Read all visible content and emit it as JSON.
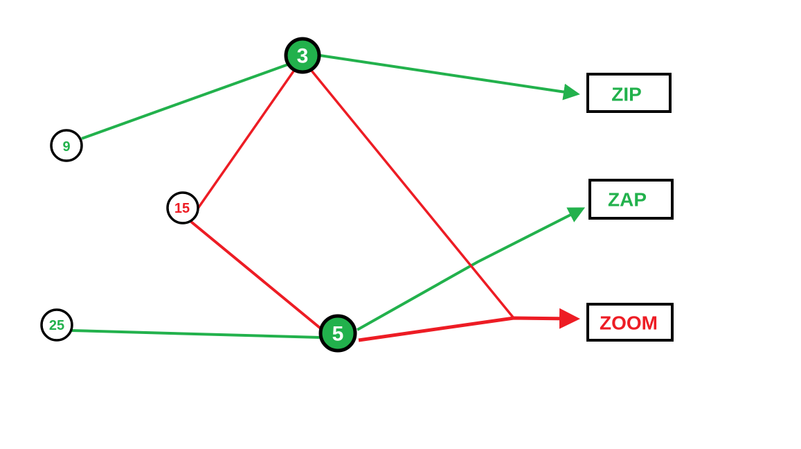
{
  "colors": {
    "green": "#22b14c",
    "red": "#ed1c24",
    "black": "#000000"
  },
  "nodes": {
    "n3": {
      "label": "3"
    },
    "n5": {
      "label": "5"
    },
    "n9": {
      "label": "9"
    },
    "n15": {
      "label": "15"
    },
    "n25": {
      "label": "25"
    }
  },
  "outputs": {
    "zip": {
      "label": "ZIP"
    },
    "zap": {
      "label": "ZAP"
    },
    "zoom": {
      "label": "ZOOM"
    }
  }
}
